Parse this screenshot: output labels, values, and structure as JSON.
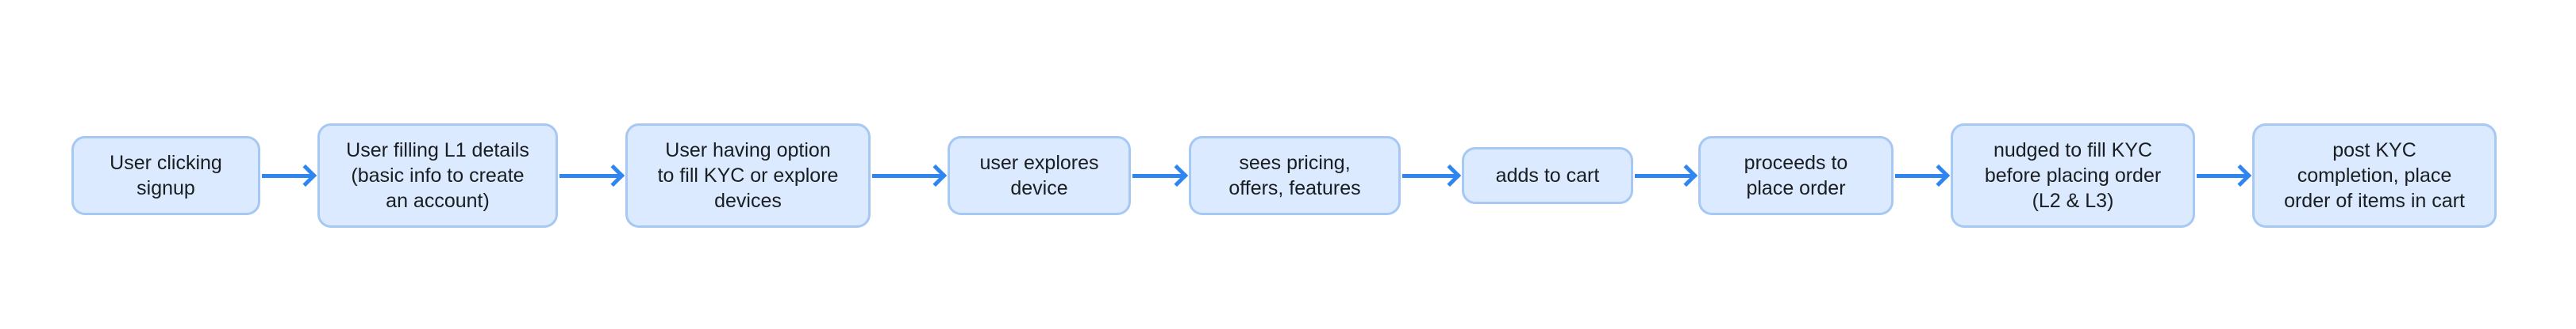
{
  "diagram": {
    "type": "flowchart",
    "direction": "left-to-right",
    "nodes": [
      {
        "id": "signup",
        "label": "User clicking\nsignup"
      },
      {
        "id": "l1-details",
        "label": "User filling L1 details\n(basic info to create\nan account)"
      },
      {
        "id": "kyc-option",
        "label": "User having option\nto fill KYC or explore\ndevices"
      },
      {
        "id": "explore-device",
        "label": "user explores\ndevice"
      },
      {
        "id": "pricing",
        "label": "sees pricing,\noffers, features"
      },
      {
        "id": "add-to-cart",
        "label": "adds to cart"
      },
      {
        "id": "place-order",
        "label": "proceeds to\nplace order"
      },
      {
        "id": "kyc-nudge",
        "label": "nudged to fill KYC\nbefore placing order\n(L2 & L3)"
      },
      {
        "id": "post-kyc-order",
        "label": "post KYC\ncompletion, place\norder of items in cart"
      }
    ],
    "edges": [
      {
        "from": "signup",
        "to": "l1-details",
        "style": "arrow-right"
      },
      {
        "from": "l1-details",
        "to": "kyc-option",
        "style": "arrow-right"
      },
      {
        "from": "kyc-option",
        "to": "explore-device",
        "style": "arrow-right"
      },
      {
        "from": "explore-device",
        "to": "pricing",
        "style": "arrow-right"
      },
      {
        "from": "pricing",
        "to": "add-to-cart",
        "style": "arrow-right"
      },
      {
        "from": "add-to-cart",
        "to": "place-order",
        "style": "arrow-right"
      },
      {
        "from": "place-order",
        "to": "kyc-nudge",
        "style": "arrow-right"
      },
      {
        "from": "kyc-nudge",
        "to": "post-kyc-order",
        "style": "arrow-right"
      }
    ],
    "colors": {
      "node_fill": "#dbeafe",
      "node_border": "#a6c8f2",
      "arrow": "#2f86f0",
      "text": "#1a1d21",
      "background": "#ffffff"
    }
  }
}
